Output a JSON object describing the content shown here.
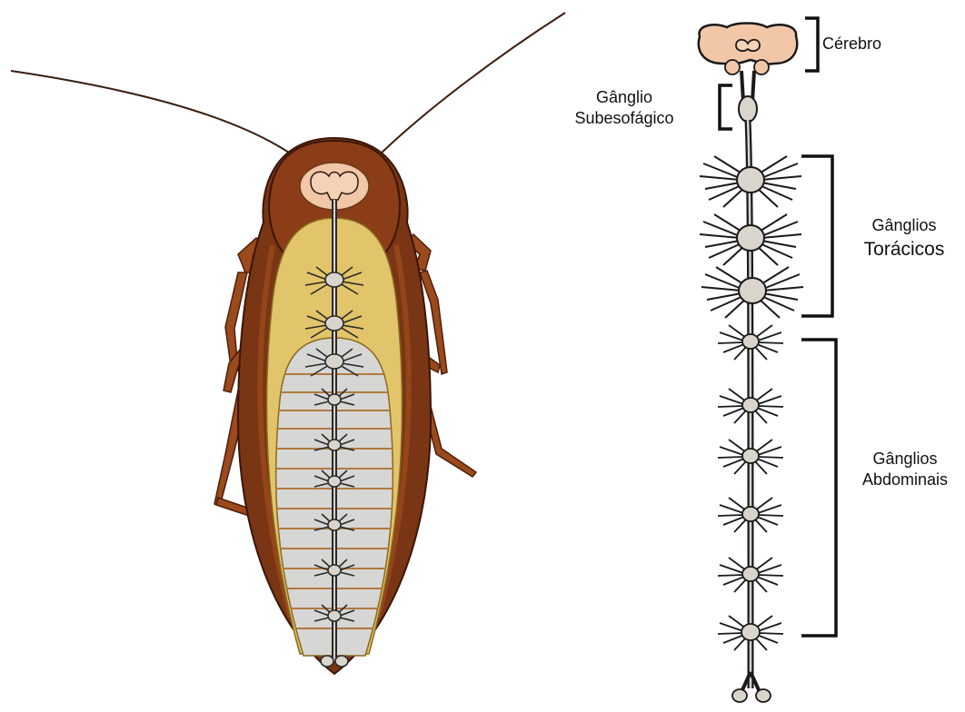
{
  "labels": {
    "brain": "Cérebro",
    "subesophageal_line1": "Gânglio",
    "subesophageal_line2": "Subesofágico",
    "thoracic_line1": "Gânglios",
    "thoracic_line2": "Torácicos",
    "abdominal_line1": "Gânglios",
    "abdominal_line2": "Abdominais"
  },
  "colors": {
    "exoskeleton": "#7a3514",
    "exoskeleton_dark": "#4e1f0a",
    "exoskeleton_light": "#a5501e",
    "fat_body": "#e2c46a",
    "abdomen_segment": "#d6d6d4",
    "segment_line": "#b07a3e",
    "brain": "#f2c7a7",
    "nerve_cord": "#2a2a2a",
    "ganglion": "#d9d4cc",
    "bracket": "#111111"
  }
}
